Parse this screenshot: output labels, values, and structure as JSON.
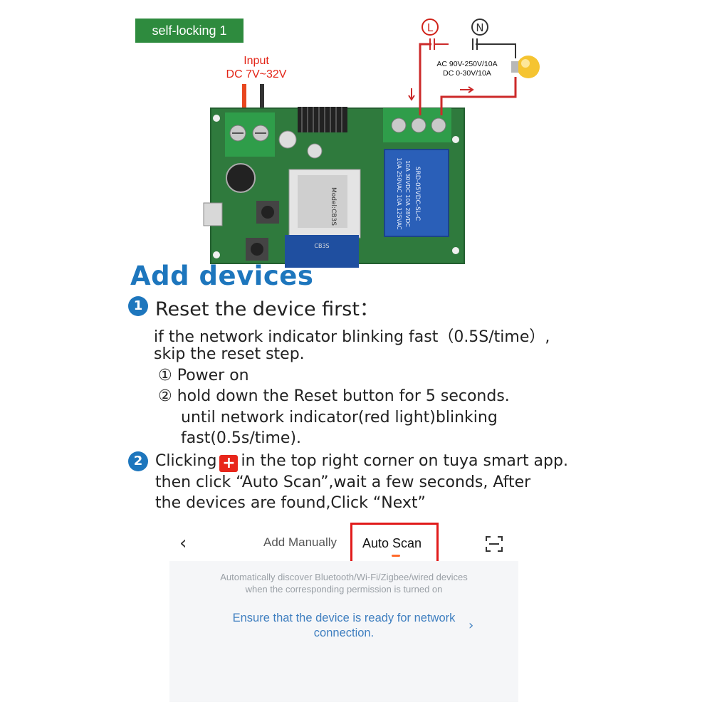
{
  "badge": "self-locking 1",
  "diagram": {
    "input_label": [
      "Input",
      "DC 7V~32V"
    ],
    "ac_label": [
      "AC 90V-250V/10A",
      "DC 0-30V/10A"
    ],
    "l_symbol": "L",
    "n_symbol": "N",
    "relay_text": [
      "10A 250VAC 10A 125VAC",
      "10A 30VDC 10A 28VDC",
      "SRD-05VDC-SL-C"
    ],
    "module_text": [
      "Model:CB3S",
      "CB3S"
    ]
  },
  "title": "Add devices",
  "step1": {
    "number": "1",
    "heading": "Reset the device first：",
    "lines": [
      "if the network indicator blinking fast（0.5S/time）,",
      "skip the reset step.",
      "① Power on",
      "② hold down the Reset button for 5 seconds.",
      "until  network indicator(red light)blinking",
      "fast(0.5s/time)."
    ]
  },
  "step2": {
    "number": "2",
    "line1_before": "Clicking",
    "plus": "+",
    "line1_after": "in the top right corner on tuya smart app.",
    "line2": "then click  “Auto Scan”,wait a few seconds, After",
    "line3": "the devices are found,Click  “Next”"
  },
  "app": {
    "back_icon": "‹",
    "tab_manual": "Add Manually",
    "tab_auto": "Auto Scan",
    "hint_line1": "Automatically discover Bluetooth/Wi-Fi/Zigbee/wired devices",
    "hint_line2": "when the corresponding permission is turned on",
    "link_line1": "Ensure that the device is ready for network",
    "link_line2": "connection.",
    "chevron": "›"
  },
  "colors": {
    "accent_blue": "#1d76bd",
    "badge_green": "#2e8b3e",
    "highlight_red": "#e11b1b",
    "pcb_green": "#2f7a3d"
  }
}
